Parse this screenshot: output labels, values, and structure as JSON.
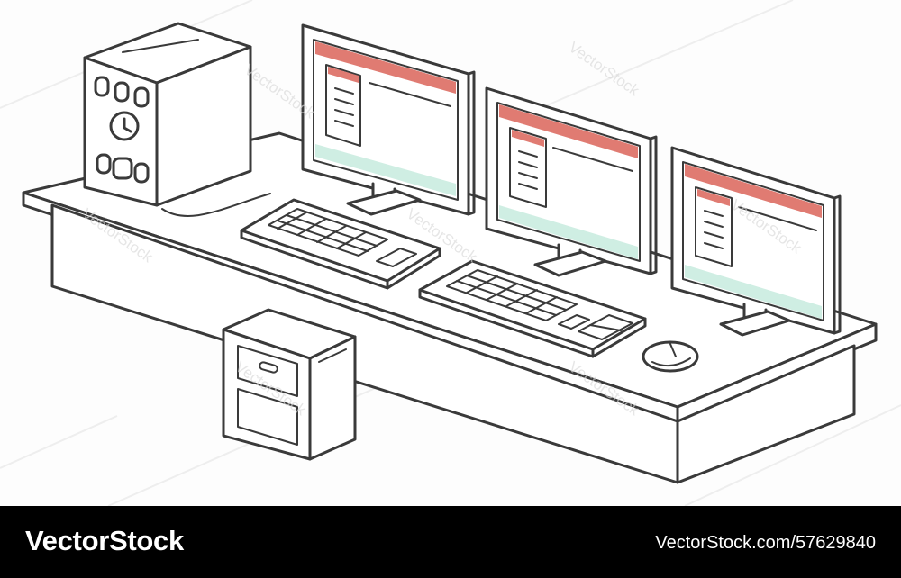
{
  "footer": {
    "brand": "VectorStock",
    "image_id": "VectorStock.com/57629840"
  },
  "watermark": {
    "text": "VectorStock"
  },
  "illustration": {
    "subject": "computer workstation with three monitors, two keyboards, mouse, speaker and drawer cabinet",
    "colors": {
      "outline": "#3a3a3a",
      "screen_header": "#e07b72",
      "screen_footer": "#cfeee3",
      "background": "#fdfdfd",
      "guides": "#eeeeee"
    }
  }
}
